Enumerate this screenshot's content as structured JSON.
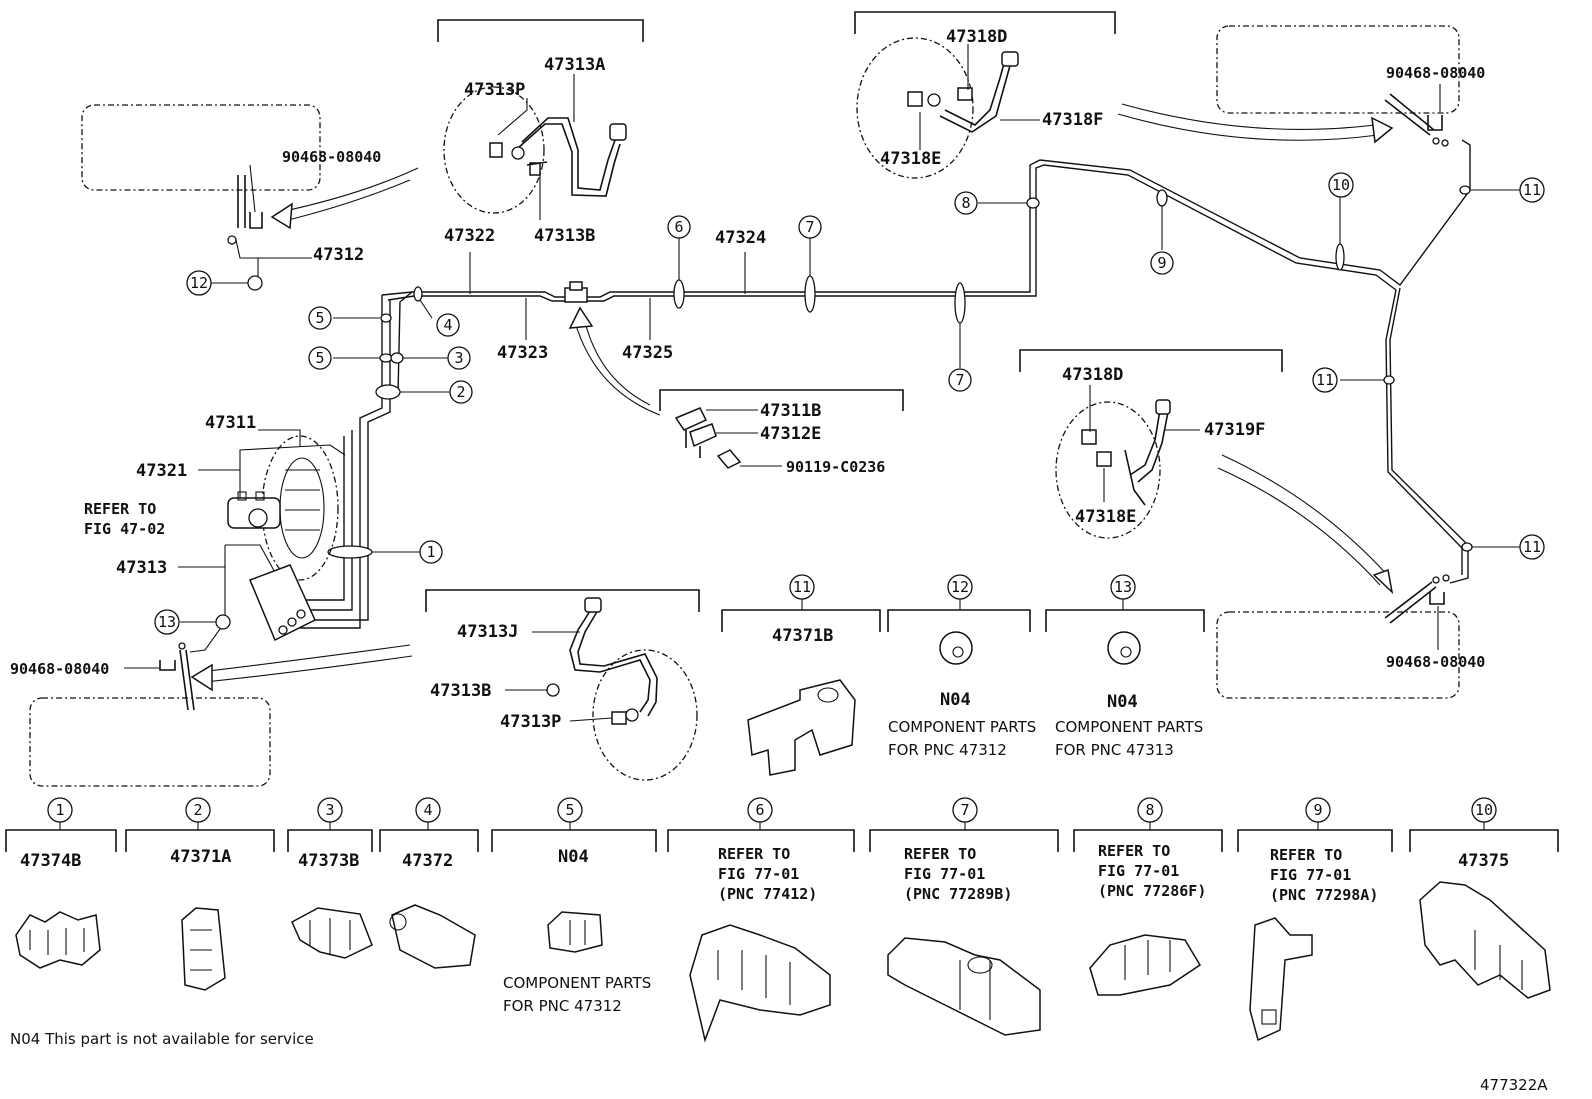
{
  "callouts": {
    "p47313A": "47313A",
    "p47313P_top": "47313P",
    "p47313B_top": "47313B",
    "p47322": "47322",
    "p47312": "47312",
    "p90468_tl": "90468-08040",
    "p47318D_top": "47318D",
    "p47318F": "47318F",
    "p47318E_top": "47318E",
    "p90468_tr": "90468-08040",
    "p47324": "47324",
    "p47323": "47323",
    "p47325": "47325",
    "p47311": "47311",
    "p47321": "47321",
    "refer_47_02_a": "REFER TO",
    "refer_47_02_b": "FIG 47-02",
    "p47313": "47313",
    "p90468_bl": "90468-08040",
    "p47311B": "47311B",
    "p47312E": "47312E",
    "p90119": "90119-C0236",
    "p47318D_mid": "47318D",
    "p47319F": "47319F",
    "p47318E_mid": "47318E",
    "p90468_br": "90468-08040",
    "p47313J": "47313J",
    "p47313B_bot": "47313B",
    "p47313P_bot": "47313P"
  },
  "circle_labels": {
    "c1": "1",
    "c2": "2",
    "c3": "3",
    "c4": "4",
    "c5a": "5",
    "c5b": "5",
    "c6": "6",
    "c7a": "7",
    "c7b": "7",
    "c8": "8",
    "c9": "9",
    "c10": "10",
    "c11a": "11",
    "c11b": "11",
    "c11c": "11",
    "c12": "12",
    "c13": "13"
  },
  "mid_boxes": {
    "b11": {
      "num": "11",
      "part": "47371B"
    },
    "b12": {
      "num": "12",
      "part": "N04",
      "note1": "COMPONENT PARTS",
      "note2": "FOR PNC 47312"
    },
    "b13": {
      "num": "13",
      "part": "N04",
      "note1": "COMPONENT PARTS",
      "note2": "FOR PNC 47313"
    }
  },
  "bottom_boxes": {
    "b1": {
      "num": "1",
      "part": "47374B"
    },
    "b2": {
      "num": "2",
      "part": "47371A"
    },
    "b3": {
      "num": "3",
      "part": "47373B"
    },
    "b4": {
      "num": "4",
      "part": "47372"
    },
    "b5": {
      "num": "5",
      "part": "N04",
      "note1": "COMPONENT PARTS",
      "note2": "FOR PNC 47312"
    },
    "b6": {
      "num": "6",
      "l1": "REFER TO",
      "l2": "FIG 77-01",
      "l3": "(PNC 77412)"
    },
    "b7": {
      "num": "7",
      "l1": "REFER TO",
      "l2": "FIG 77-01",
      "l3": "(PNC 77289B)"
    },
    "b8": {
      "num": "8",
      "l1": "REFER TO",
      "l2": "FIG 77-01",
      "l3": "(PNC 77286F)"
    },
    "b9": {
      "num": "9",
      "l1": "REFER TO",
      "l2": "FIG 77-01",
      "l3": "(PNC 77298A)"
    },
    "b10": {
      "num": "10",
      "part": "47375"
    }
  },
  "footer_note": "N04 This part is not available for service",
  "figure_id": "477322A"
}
